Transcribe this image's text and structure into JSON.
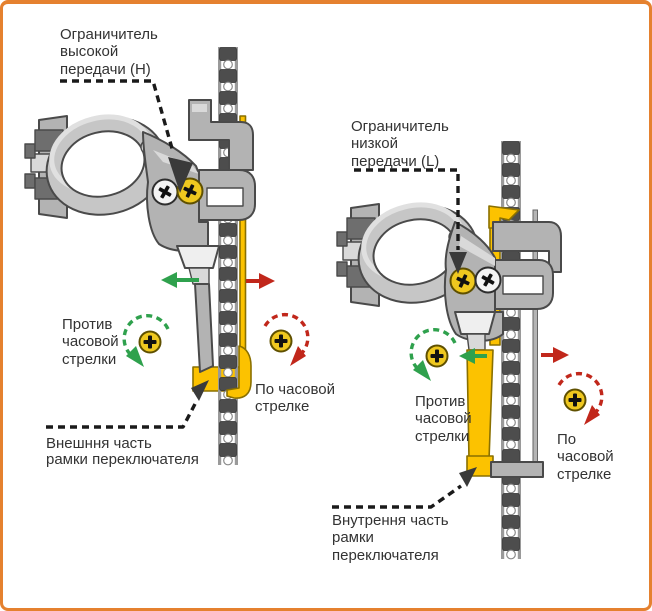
{
  "colors": {
    "frame": "#E5812F",
    "text": "#333333",
    "outline": "#4A4A4A",
    "gray-mid": "#B3B3B3",
    "gray-light": "#D9D9D9",
    "gray-dark": "#6E6E6E",
    "yellow": "#FCC200",
    "yellow-outline": "#8A7000",
    "screw-yellow": "#EFC81F",
    "green": "#2FA14D",
    "red": "#C1271B"
  },
  "icons": {
    "screw_head": "phillips-screw-icon",
    "rotation_ccw": "counterclockwise-dashed-arrow-icon",
    "rotation_cw": "clockwise-dashed-arrow-icon"
  },
  "left": {
    "limiter_label": {
      "lines": [
        "Ограничитель",
        "высокой",
        "передачи (H)"
      ]
    },
    "ccw_label": {
      "lines": [
        "Против",
        "часовой",
        "стрелки"
      ]
    },
    "cw_label": {
      "lines": [
        "По часовой",
        "стрелке"
      ]
    },
    "cage_label": {
      "lines": [
        "Внешння часть",
        "рамки переключателя"
      ]
    }
  },
  "right": {
    "limiter_label": {
      "lines": [
        "Ограничитель",
        "низкой",
        "передачи (L)"
      ]
    },
    "ccw_label": {
      "lines": [
        "Против",
        "часовой",
        "стрелки"
      ]
    },
    "cw_label": {
      "lines": [
        "По",
        "часовой",
        "стрелке"
      ]
    },
    "cage_label": {
      "lines": [
        "Внутрення часть",
        "рамки",
        "переключателя"
      ]
    }
  }
}
